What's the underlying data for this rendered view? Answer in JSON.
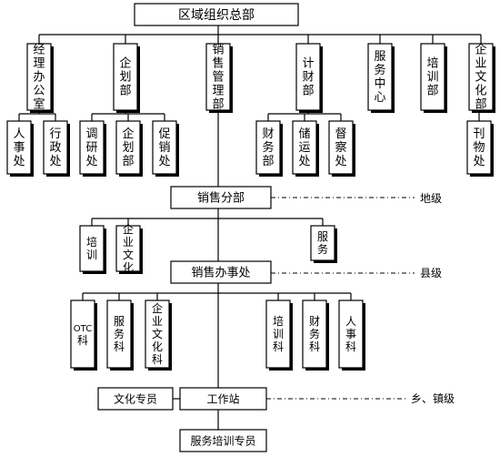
{
  "nodes": {
    "hq": "区域组织总部",
    "n_office": "经理办公室",
    "n_plan": "企划部",
    "n_sales": "销售管理部",
    "n_finance": "计财部",
    "n_service": "服务中心",
    "n_train": "培训部",
    "n_culture": "企业文化部",
    "n_hr": "人事处",
    "n_admin": "行政处",
    "n_research": "调研处",
    "n_plan2": "企划部",
    "n_promo": "促销处",
    "n_fin": "财务部",
    "n_storage": "储运处",
    "n_audit": "督察处",
    "n_pub": "刊物处",
    "branch": "销售分部",
    "b_train": "培训",
    "b_culture": "企业文化",
    "b_service": "服务",
    "office": "销售办事处",
    "o_otc": "OTC科",
    "o_service": "服务科",
    "o_culture": "企业文化科",
    "o_train": "培训科",
    "o_fin": "财务科",
    "o_hr": "人事科",
    "station": "工作站",
    "culture_spec": "文化专员",
    "service_spec": "服务培训专员"
  },
  "levels": {
    "prefecture": "地级",
    "county": "县级",
    "town": "乡、镇级"
  }
}
